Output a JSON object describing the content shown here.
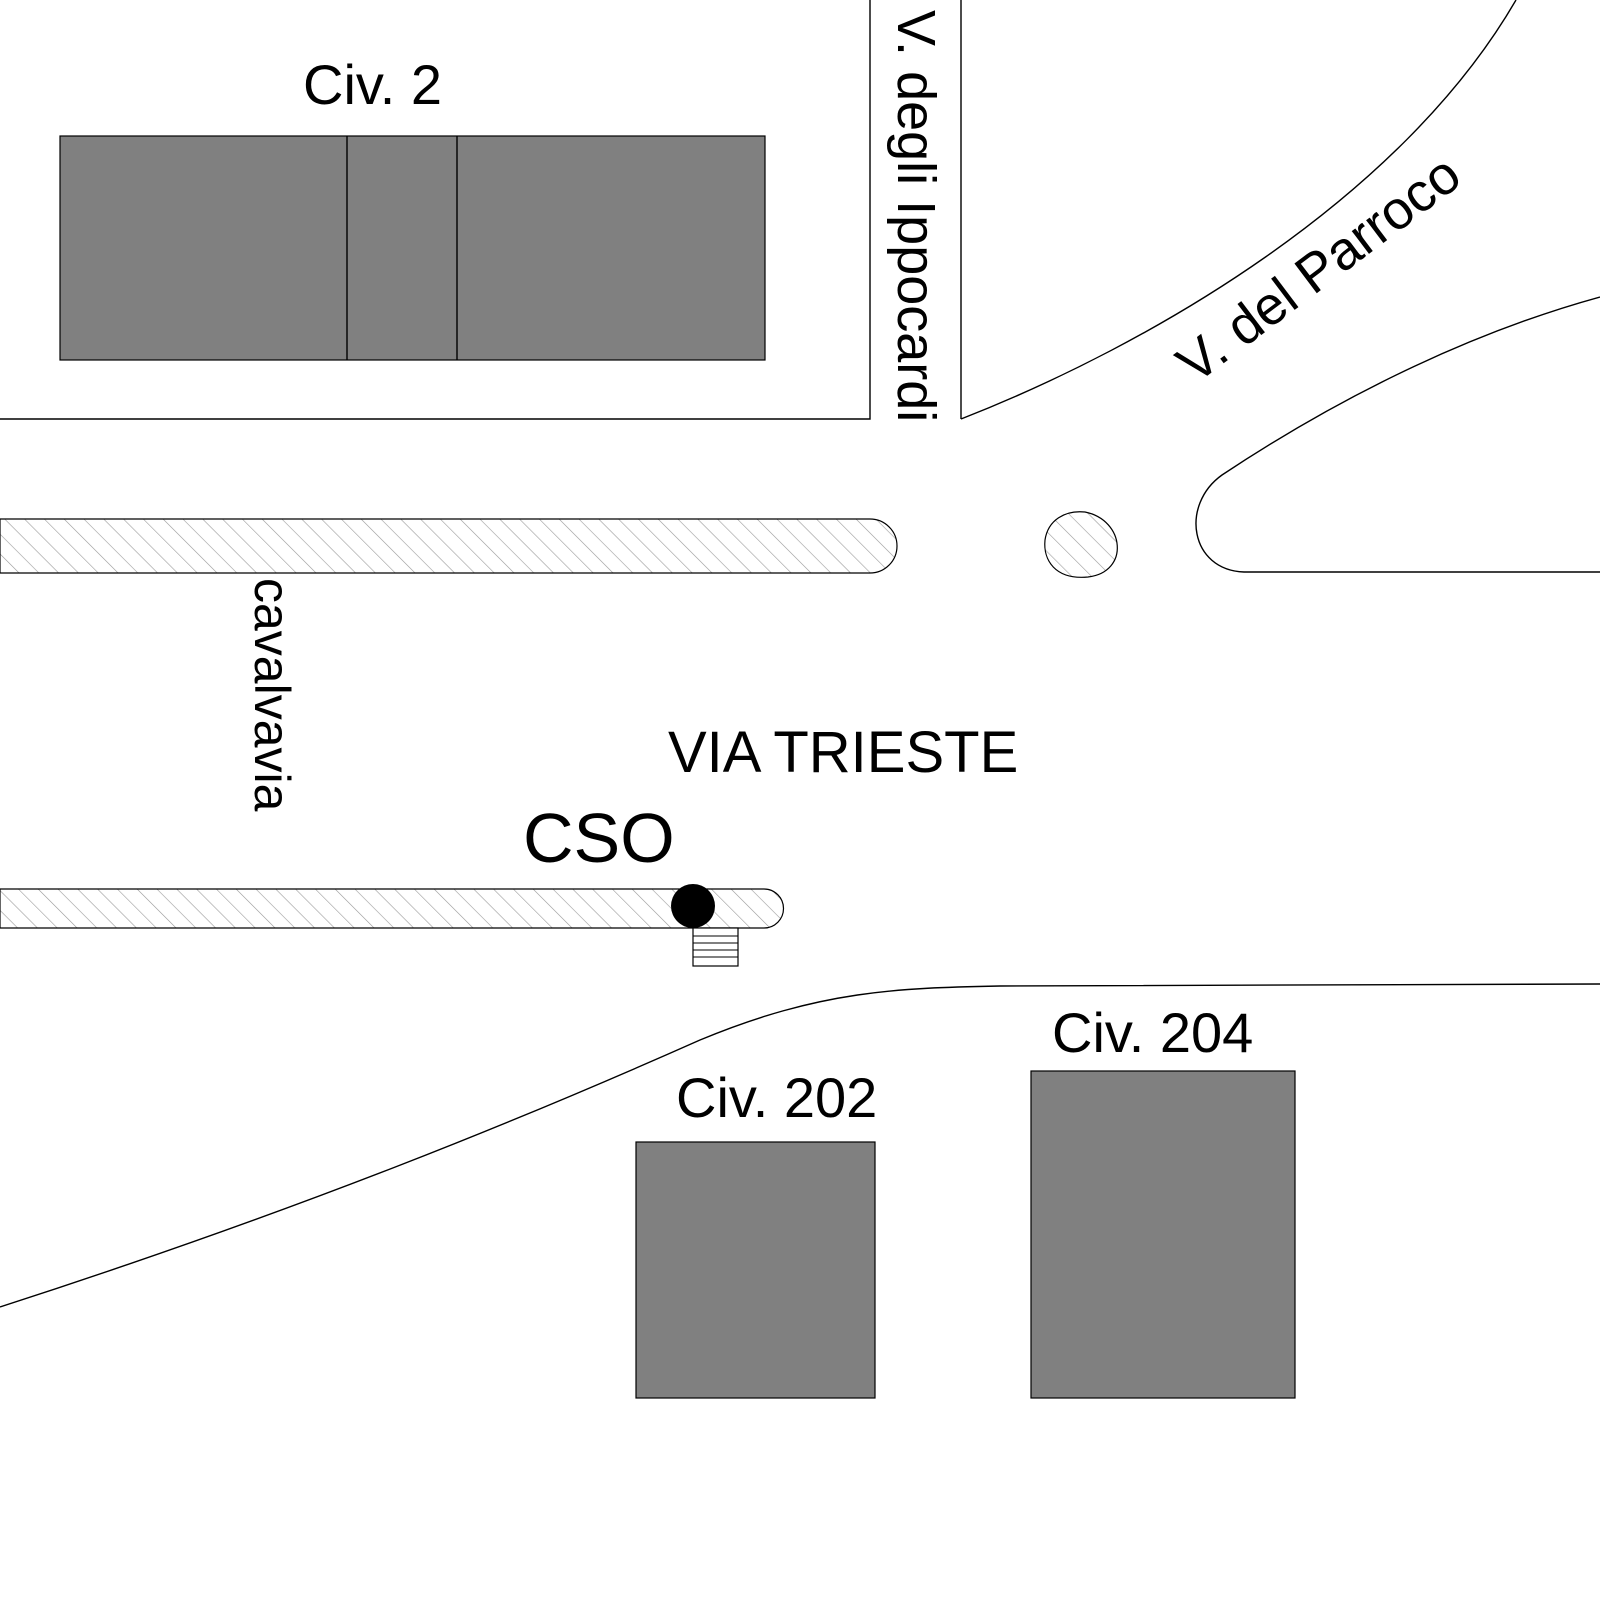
{
  "labels": {
    "civ_2": "Civ. 2",
    "civ_202": "Civ. 202",
    "civ_204": "Civ. 204",
    "via_degli_ippocardi": "V. degli Ippocardi",
    "via_del_parroco": "V. del Parroco",
    "cavalvavia": "cavalvavia",
    "via_trieste": "VIA TRIESTE",
    "cso": "CSO"
  },
  "colors": {
    "building_fill": "#808080",
    "line": "#000000",
    "hatch": "#9a9a9a",
    "marker": "#000000",
    "background": "#ffffff"
  },
  "icons": {
    "cso_marker": "filled-circle-marker",
    "stair": "steps-icon"
  }
}
